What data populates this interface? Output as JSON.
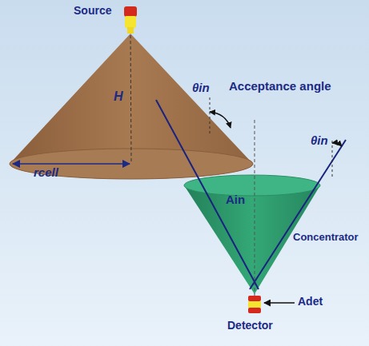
{
  "diagram": {
    "labels": [
      "Source",
      "H",
      "Acceptance angle",
      "θin",
      "θin",
      "rcell",
      "Ain",
      "Concentrator",
      "Adet",
      "Detector"
    ]
  }
}
